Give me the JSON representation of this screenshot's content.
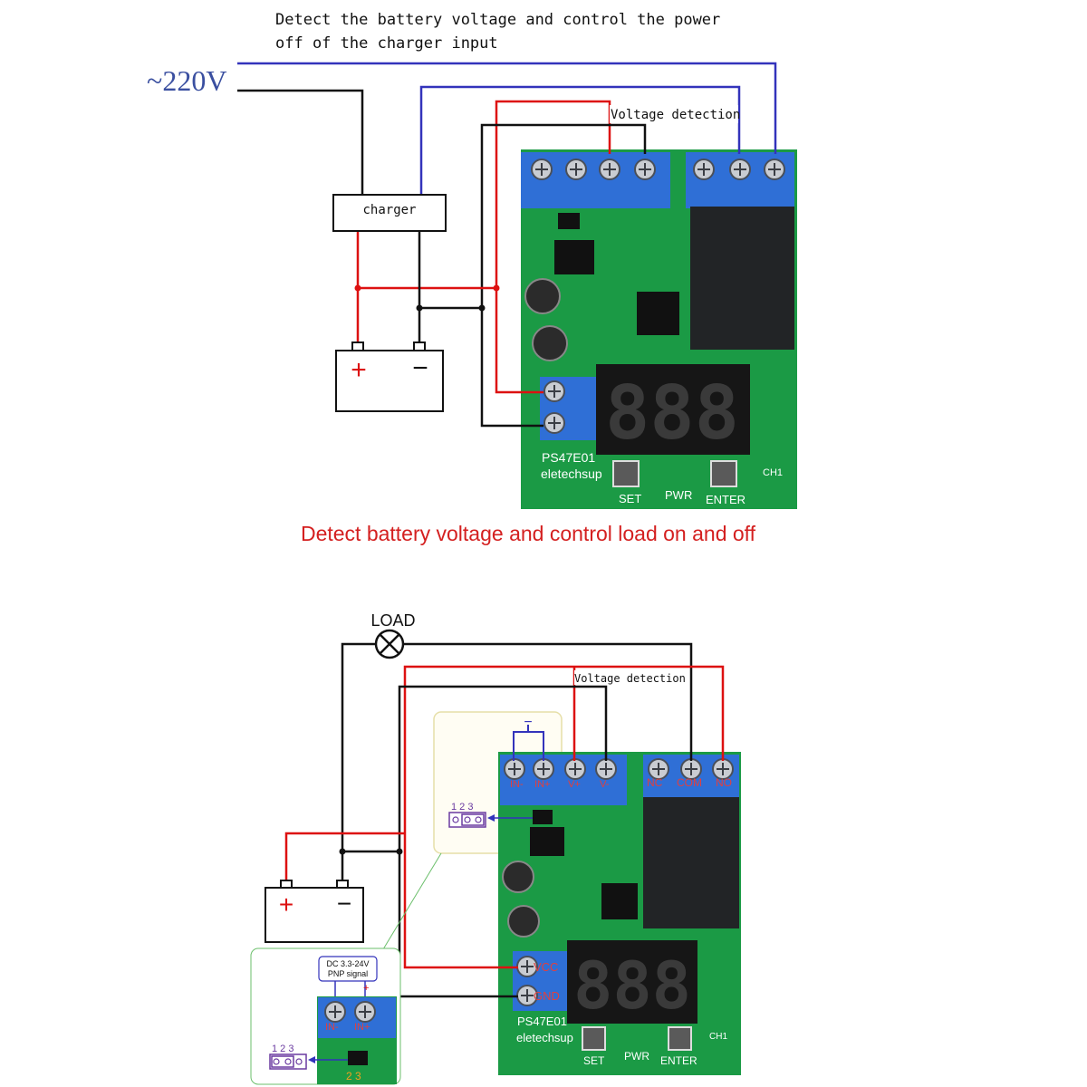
{
  "top": {
    "caption_line1": "Detect the battery voltage and control the power",
    "caption_line2": "off of the charger input",
    "mains_label": "~220V",
    "charger_label": "charger",
    "voltage_detection_label": "Voltage detection",
    "battery_plus": "+",
    "battery_minus": "−",
    "board": {
      "model": "PS47E01",
      "brand": "eletechsup",
      "set_label": "SET",
      "pwr_label": "PWR",
      "enter_label": "ENTER",
      "ch1_label": "CH1",
      "display": "888"
    }
  },
  "middle_caption": "Detect battery voltage and control load on and off",
  "bottom": {
    "load_label": "LOAD",
    "voltage_detection_label": "Voltage detection",
    "battery_plus": "+",
    "battery_minus": "−",
    "jumper_numbers": "1 2 3",
    "jumper_numbers_2": "1 2 3",
    "ground_symbol": "−",
    "terminals_left": [
      "IN-",
      "IN+",
      "V+",
      "V-"
    ],
    "terminals_right": [
      "NC",
      "COM",
      "NO"
    ],
    "power_terminals": [
      "VCC",
      "GND"
    ],
    "signal_note_line1": "DC 3.3-24V",
    "signal_note_line2": "PNP signal",
    "inset_plus": "+",
    "inset_terminals": [
      "IN-",
      "IN+"
    ],
    "board": {
      "model": "PS47E01",
      "brand": "eletechsup",
      "set_label": "SET",
      "pwr_label": "PWR",
      "enter_label": "ENTER",
      "ch1_label": "CH1",
      "display": "888"
    }
  },
  "colors": {
    "wire_blue": "#3333bb",
    "wire_red": "#dd1111",
    "wire_black": "#111111",
    "pcb_green": "#1b9a45",
    "terminal_blue": "#2f6fd6",
    "caption_red": "#d42020",
    "mains_blue": "#3a4fa0"
  }
}
